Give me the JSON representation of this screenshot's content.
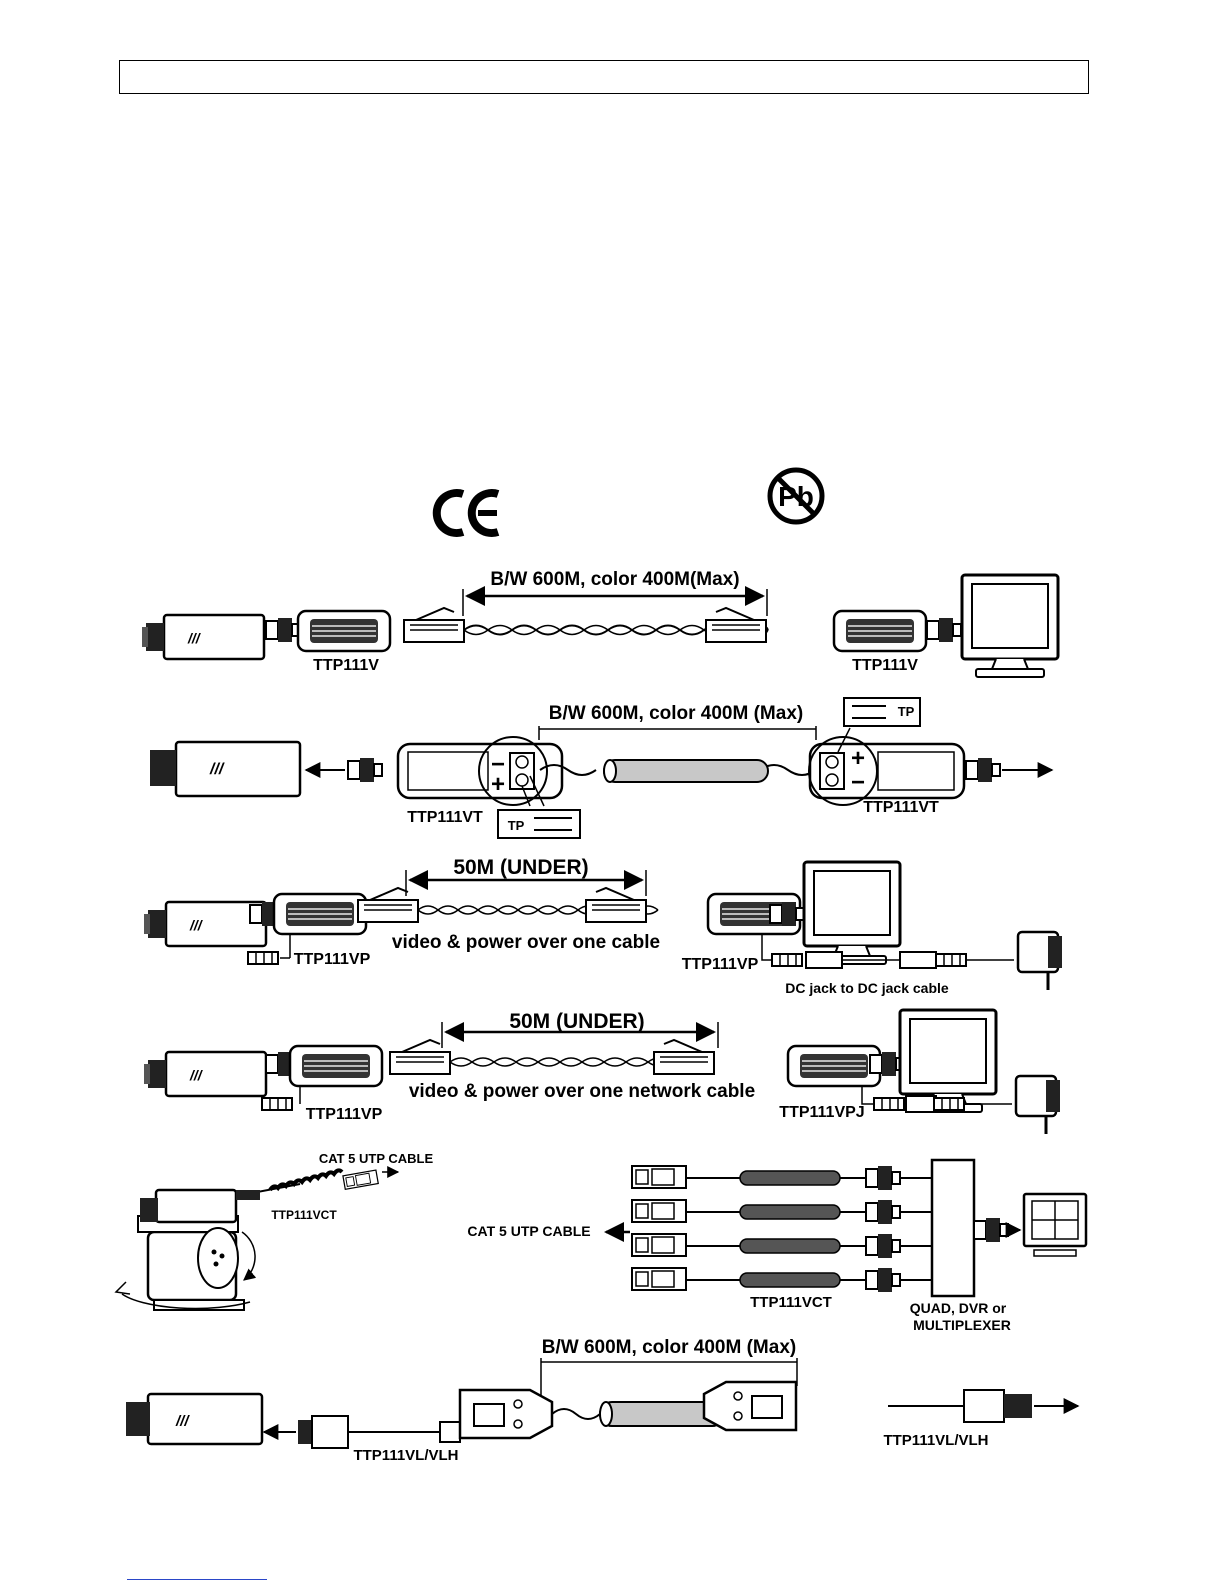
{
  "header": {
    "text": ""
  },
  "marks": {
    "pb": "Pb"
  },
  "rows": [
    {
      "distance": "B/W 600M, color 400M(Max)",
      "left_device": "TTP111V",
      "right_device": "TTP111V"
    },
    {
      "distance": "B/W 600M, color 400M (Max)",
      "left_device": "TTP111VT",
      "right_device": "TTP111VT",
      "terminal_tag": "TP",
      "plus": "+",
      "minus": "−"
    },
    {
      "distance": "50M (UNDER)",
      "caption": "video & power over one cable",
      "left_device": "TTP111VP",
      "right_device": "TTP111VP",
      "dc_cable": "DC jack to DC jack cable"
    },
    {
      "distance": "50M (UNDER)",
      "caption": "video & power over one network cable",
      "left_device": "TTP111VP",
      "right_device": "TTP111VPJ"
    },
    {
      "cable_top": "CAT 5  UTP  CABLE",
      "cable_left": "CAT 5  UTP  CABLE",
      "device_small": "TTP111VCT",
      "device_center": "TTP111VCT",
      "hub_line1": "QUAD, DVR or",
      "hub_line2": "MULTIPLEXER"
    },
    {
      "distance": "B/W 600M, color 400M (Max)",
      "left_device": "TTP111VL/VLH",
      "right_device": "TTP111VL/VLH"
    }
  ]
}
